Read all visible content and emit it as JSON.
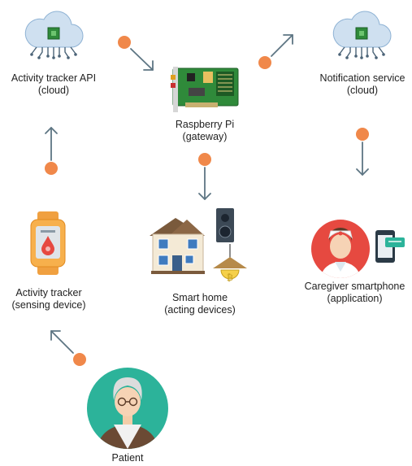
{
  "nodes": {
    "activity_api": {
      "line1": "Activity tracker API",
      "line2": "(cloud)"
    },
    "notification": {
      "line1": "Notification service",
      "line2": "(cloud)"
    },
    "raspberry": {
      "line1": "Raspberry Pi",
      "line2": "(gateway)"
    },
    "tracker": {
      "line1": "Activity tracker",
      "line2": "(sensing device)"
    },
    "smart_home": {
      "line1": "Smart home",
      "line2": "(acting devices)"
    },
    "caregiver": {
      "line1": "Caregiver smartphone",
      "line2": "(application)"
    },
    "patient": {
      "line1": "Patient"
    }
  },
  "colors": {
    "cloud": "#cfe0f0",
    "arrow": "#5d7583",
    "dot": "#f0884a",
    "teal": "#2cb39a",
    "red": "#e64940",
    "board": "#2f8a3a"
  }
}
